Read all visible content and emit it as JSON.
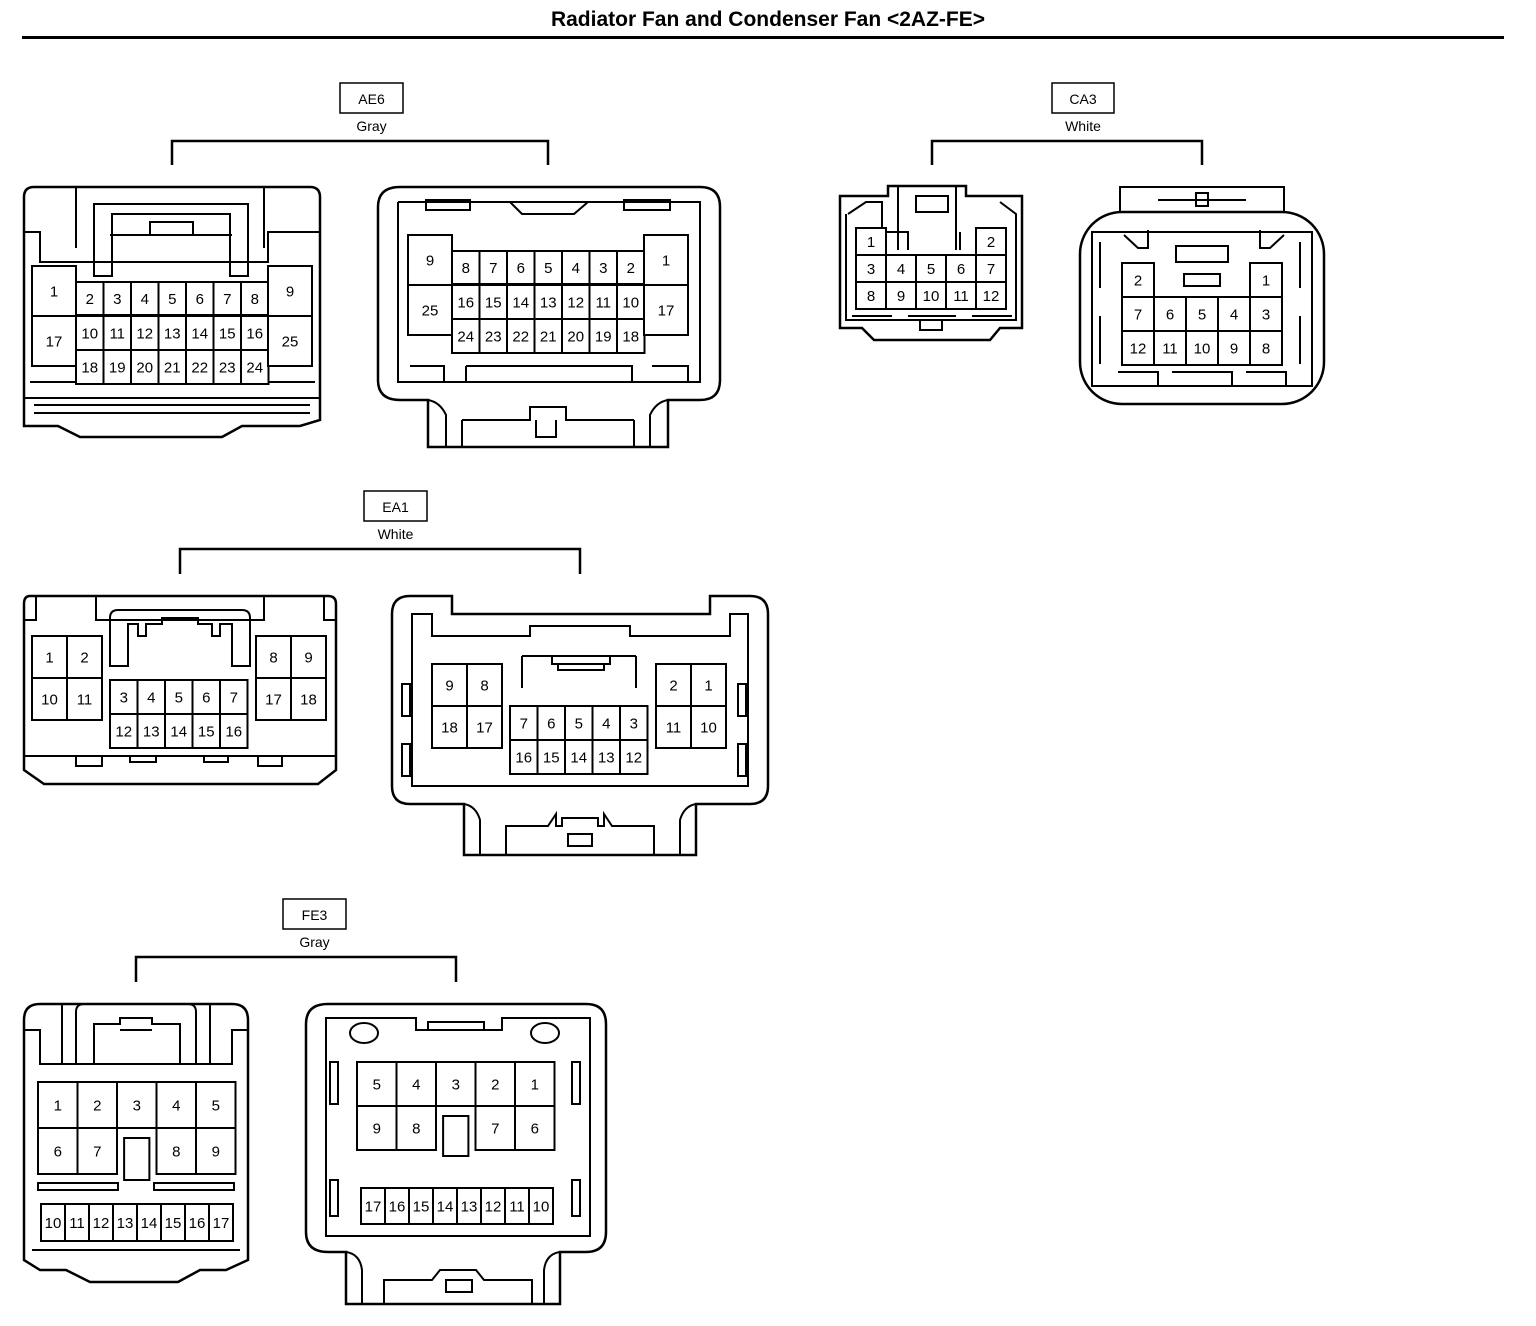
{
  "title": "Radiator Fan and Condenser Fan <2AZ-FE>",
  "connectors": [
    {
      "code": "AE6",
      "color": "Gray",
      "left_view": {
        "side_left": [
          "1",
          "17"
        ],
        "top": [
          "2",
          "3",
          "4",
          "5",
          "6",
          "7",
          "8"
        ],
        "mid": [
          "10",
          "11",
          "12",
          "13",
          "14",
          "15",
          "16"
        ],
        "bot": [
          "18",
          "19",
          "20",
          "21",
          "22",
          "23",
          "24"
        ],
        "side_right": [
          "9",
          "25"
        ]
      },
      "right_view": {
        "side_left": [
          "9",
          "25"
        ],
        "top": [
          "8",
          "7",
          "6",
          "5",
          "4",
          "3",
          "2"
        ],
        "mid": [
          "16",
          "15",
          "14",
          "13",
          "12",
          "11",
          "10"
        ],
        "bot": [
          "24",
          "23",
          "22",
          "21",
          "20",
          "19",
          "18"
        ],
        "side_right": [
          "1",
          "17"
        ]
      }
    },
    {
      "code": "CA3",
      "color": "White",
      "left_view": {
        "rows": [
          [
            "1",
            "",
            "",
            "",
            "2"
          ],
          [
            "3",
            "4",
            "5",
            "6",
            "7"
          ],
          [
            "8",
            "9",
            "10",
            "11",
            "12"
          ]
        ]
      },
      "right_view": {
        "rows": [
          [
            "2",
            "",
            "",
            "",
            "1"
          ],
          [
            "7",
            "6",
            "5",
            "4",
            "3"
          ],
          [
            "12",
            "11",
            "10",
            "9",
            "8"
          ]
        ]
      }
    },
    {
      "code": "EA1",
      "color": "White",
      "left_view": {
        "left_block": [
          [
            "1",
            "2"
          ],
          [
            "10",
            "11"
          ]
        ],
        "center_top": [
          "3",
          "4",
          "5",
          "6",
          "7"
        ],
        "center_bot": [
          "12",
          "13",
          "14",
          "15",
          "16"
        ],
        "right_block": [
          [
            "8",
            "9"
          ],
          [
            "17",
            "18"
          ]
        ]
      },
      "right_view": {
        "left_block": [
          [
            "9",
            "8"
          ],
          [
            "18",
            "17"
          ]
        ],
        "center_top": [
          "7",
          "6",
          "5",
          "4",
          "3"
        ],
        "center_bot": [
          "16",
          "15",
          "14",
          "13",
          "12"
        ],
        "right_block": [
          [
            "2",
            "1"
          ],
          [
            "11",
            "10"
          ]
        ]
      }
    },
    {
      "code": "FE3",
      "color": "Gray",
      "left_view": {
        "top": [
          "1",
          "2",
          "3",
          "4",
          "5"
        ],
        "mid": [
          "6",
          "7",
          "",
          "8",
          "9"
        ],
        "bot": [
          "10",
          "11",
          "12",
          "13",
          "14",
          "15",
          "16",
          "17"
        ]
      },
      "right_view": {
        "top": [
          "5",
          "4",
          "3",
          "2",
          "1"
        ],
        "mid": [
          "9",
          "8",
          "",
          "7",
          "6"
        ],
        "bot": [
          "17",
          "16",
          "15",
          "14",
          "13",
          "12",
          "11",
          "10"
        ]
      }
    }
  ]
}
